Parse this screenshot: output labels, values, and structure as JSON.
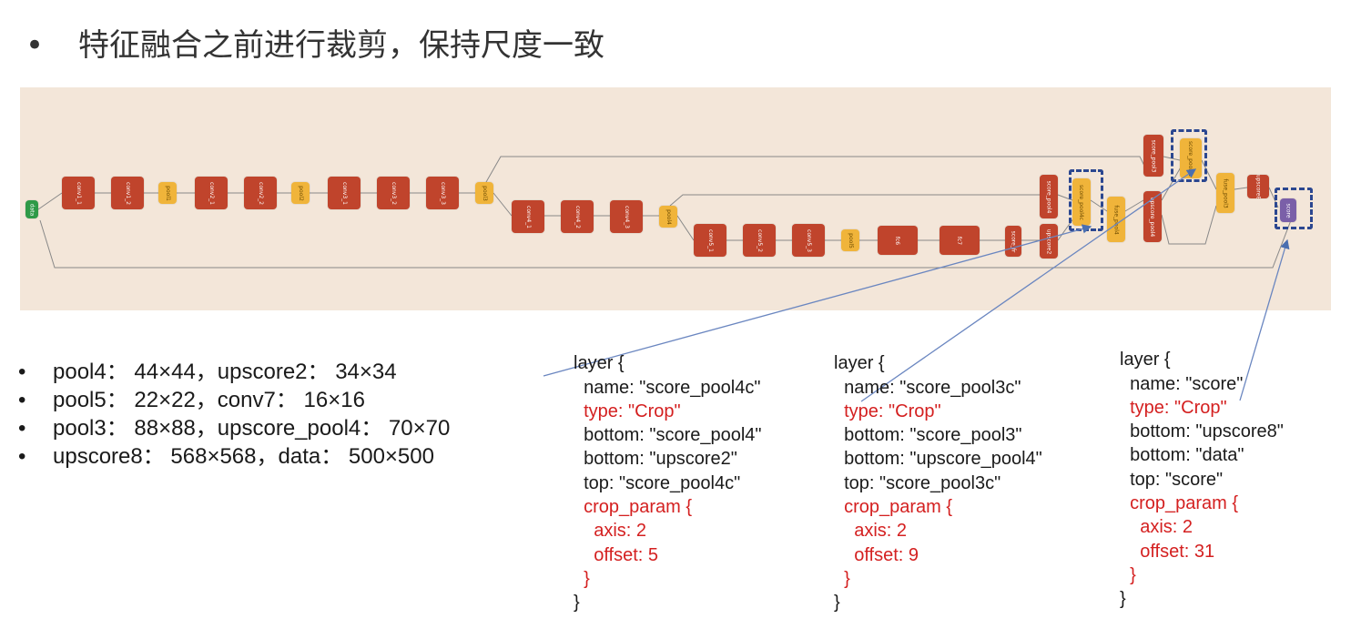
{
  "title": {
    "bullet": "•",
    "text": "特征融合之前进行裁剪，保持尺度一致"
  },
  "diagram": {
    "nodes": {
      "data": "data",
      "c11": "conv1_1",
      "c12": "conv1_2",
      "p1": "pool1",
      "c21": "conv2_1",
      "c22": "conv2_2",
      "p2": "pool2",
      "c31": "conv3_1",
      "c32": "conv3_2",
      "c33": "conv3_3",
      "p3": "pool3",
      "c41": "conv4_1",
      "c42": "conv4_2",
      "c43": "conv4_3",
      "p4": "pool4",
      "c51": "conv5_1",
      "c52": "conv5_2",
      "c53": "conv5_3",
      "p5": "pool5",
      "fc6": "fc6",
      "fc7": "fc7",
      "fr": "score_fr",
      "up2": "upscore2",
      "sp4": "score_pool4",
      "sp4c": "score_pool4c",
      "fuse4": "fuse_pool4",
      "upp4": "upscore_pool4",
      "sp3": "score_pool3",
      "sp3c": "score_pool3c",
      "fuse3": "fuse_pool3",
      "up8": "upscore8",
      "score": "score"
    }
  },
  "bullets": [
    "pool4： 44×44，upscore2： 34×34",
    "pool5： 22×22，conv7： 16×16",
    "pool3： 88×88，upscore_pool4： 70×70",
    "upscore8： 568×568，data： 500×500"
  ],
  "bullet_symbol": "•",
  "code_blocks": [
    {
      "open": "layer {",
      "name": "  name: \"score_pool4c\"",
      "type": "  type: \"Crop\"",
      "bottom1": "  bottom: \"score_pool4\"",
      "bottom2": "  bottom: \"upscore2\"",
      "top": "  top: \"score_pool4c\"",
      "crop": "  crop_param {",
      "axis": "    axis: 2",
      "offset": "    offset: 5",
      "close_inner": "  }",
      "close": "}"
    },
    {
      "open": "layer {",
      "name": "  name: \"score_pool3c\"",
      "type": "  type: \"Crop\"",
      "bottom1": "  bottom: \"score_pool3\"",
      "bottom2": "  bottom: \"upscore_pool4\"",
      "top": "  top: \"score_pool3c\"",
      "crop": "  crop_param {",
      "axis": "    axis: 2",
      "offset": "    offset: 9",
      "close_inner": "  }",
      "close": "}"
    },
    {
      "open": "layer {",
      "name": "  name: \"score\"",
      "type": "  type: \"Crop\"",
      "bottom1": "  bottom: \"upscore8\"",
      "bottom2": "  bottom: \"data\"",
      "top": "  top: \"score\"",
      "crop": "  crop_param {",
      "axis": "    axis: 2",
      "offset": "    offset: 31",
      "close_inner": "  }",
      "close": "}"
    }
  ],
  "colors": {
    "conv": "#c0442c",
    "pool": "#f0b43a",
    "data": "#2f9a48",
    "score": "#7a5fa8",
    "highlight": "#2b4790",
    "code_keyword": "#d42020",
    "panel_bg": "#f3e6d9"
  }
}
